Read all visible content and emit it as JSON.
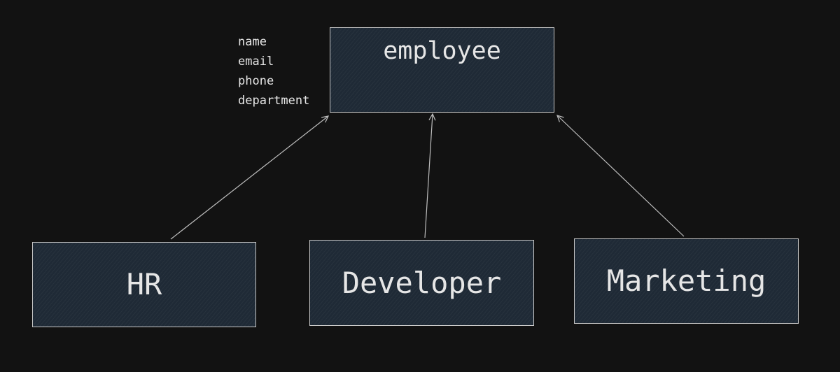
{
  "diagram": {
    "colors": {
      "background": "#121212",
      "box_fill": "#1f2a36",
      "box_stroke": "#c9c9c9",
      "text": "#e6e6e6",
      "connector": "#bdbdbd"
    },
    "parent": {
      "label": "employee",
      "attributes": [
        "name",
        "email",
        "phone",
        "department"
      ]
    },
    "children": [
      {
        "label": "HR"
      },
      {
        "label": "Developer"
      },
      {
        "label": "Marketing"
      }
    ],
    "edges": [
      {
        "from": "HR",
        "to": "employee"
      },
      {
        "from": "Developer",
        "to": "employee"
      },
      {
        "from": "Marketing",
        "to": "employee"
      }
    ]
  }
}
